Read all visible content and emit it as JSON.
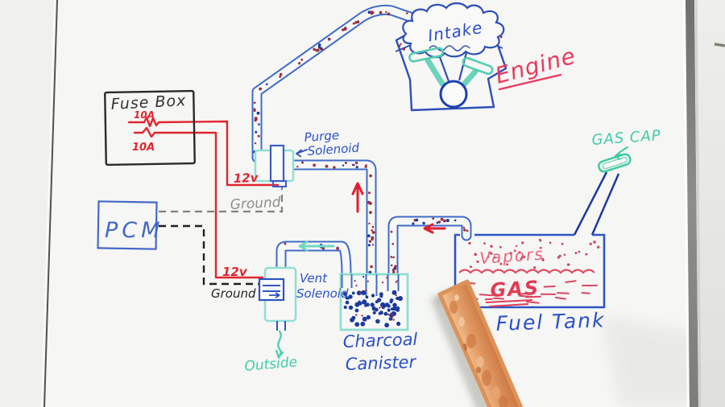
{
  "whiteboard": {
    "fuse_box": {
      "title": "Fuse Box",
      "fuse1": "10A",
      "fuse2": "10A"
    },
    "pcm": {
      "title": "PCM"
    },
    "wiring": {
      "purge_12v": "12v",
      "purge_ground": "Ground",
      "vent_12v": "12v",
      "vent_ground": "Ground"
    },
    "purge_solenoid": {
      "line1": "Purge",
      "line2": "Solenoid"
    },
    "vent_solenoid": {
      "line1": "Vent",
      "line2": "Solenoid"
    },
    "outside_label": "Outside",
    "canister": {
      "line1": "Charcoal",
      "line2": "Canister"
    },
    "fuel_tank": {
      "title": "Fuel Tank",
      "vapors": "Vapors",
      "gas": "GAS"
    },
    "gas_cap_label": "GAS CAP",
    "engine": {
      "title": "Engine",
      "intake": "Intake"
    }
  },
  "ink_colors": {
    "blue": "#2b51c7",
    "red": "#e02530",
    "teal": "#41cba8",
    "black": "#333333",
    "gray": "#8d8d8d",
    "pink": "#e7647e",
    "vapor_dot_maroon": "#9c2f3f",
    "charcoal_dot_navy": "#1d3a9c",
    "pointer_wood": "#e09a64"
  }
}
